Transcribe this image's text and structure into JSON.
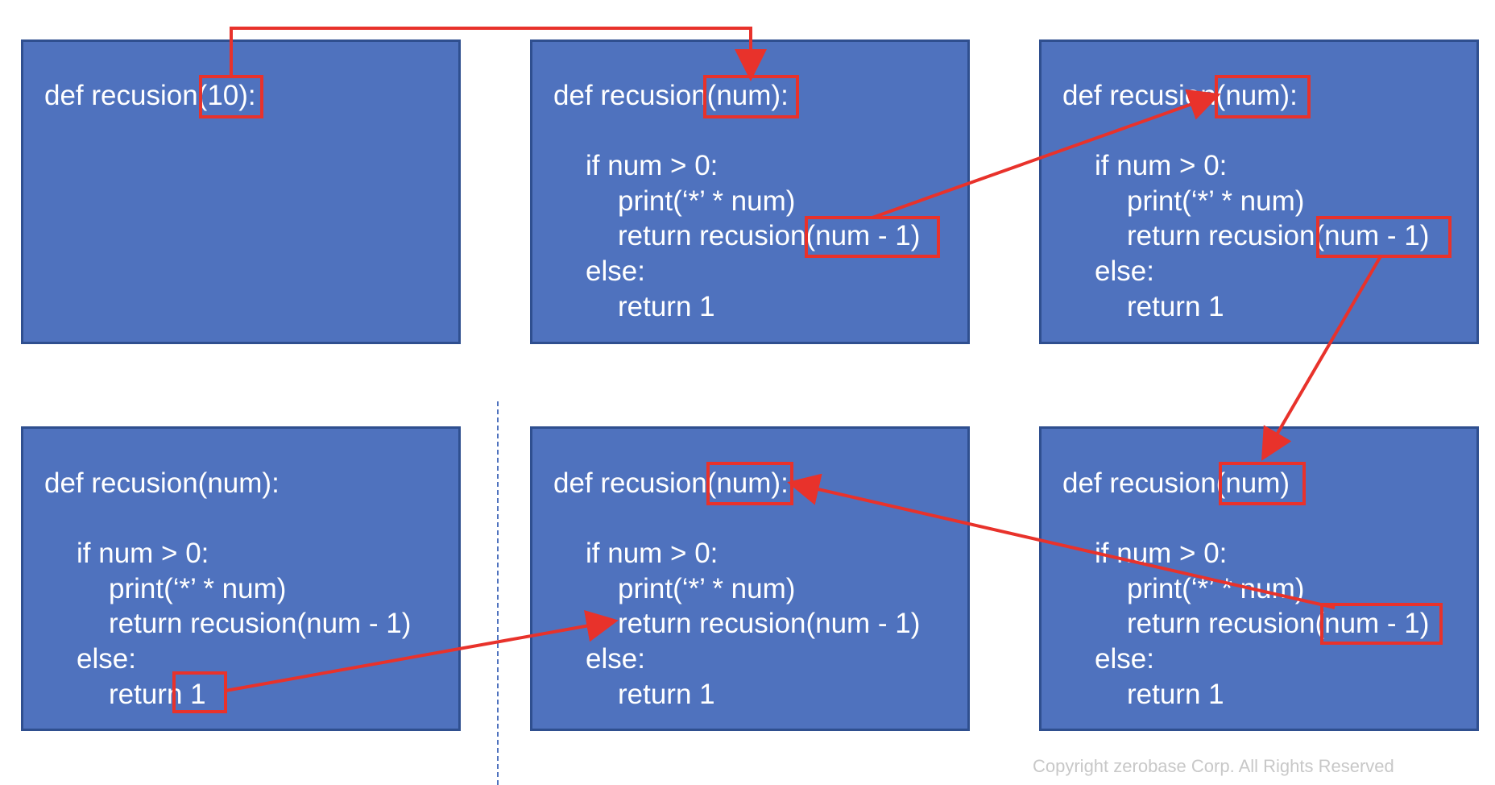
{
  "boxes": [
    {
      "lines": [
        "def recusion(10):"
      ]
    },
    {
      "lines": [
        "def recusion(num):",
        "",
        "if num > 0:",
        "print(‘*’ * num)",
        "return recusion(num - 1)",
        "else:",
        "return 1"
      ]
    },
    {
      "lines": [
        "def recusion(num):",
        "",
        "if num > 0:",
        "print(‘*’ * num)",
        "return recusion(num - 1)",
        "else:",
        "return 1"
      ]
    },
    {
      "lines": [
        "def recusion(num):",
        "",
        "if num > 0:",
        "print(‘*’ * num)",
        "return recusion(num - 1)",
        "else:",
        "return 1"
      ]
    },
    {
      "lines": [
        "def recusion(num):",
        "",
        "if num > 0:",
        "print(‘*’ * num)",
        "return recusion(num - 1)",
        "else:",
        "return 1"
      ]
    },
    {
      "lines": [
        "def recusion(num)",
        "",
        "if num > 0:",
        "print(‘*’ * num)",
        "return recusion(num - 1)",
        "else:",
        "return 1"
      ]
    }
  ],
  "copyright": "Copyright zerobase Corp. All Rights Reserved",
  "colors": {
    "box_fill": "#4f72be",
    "box_border": "#2f4f8f",
    "highlight": "#e8322b",
    "text": "#ffffff"
  }
}
